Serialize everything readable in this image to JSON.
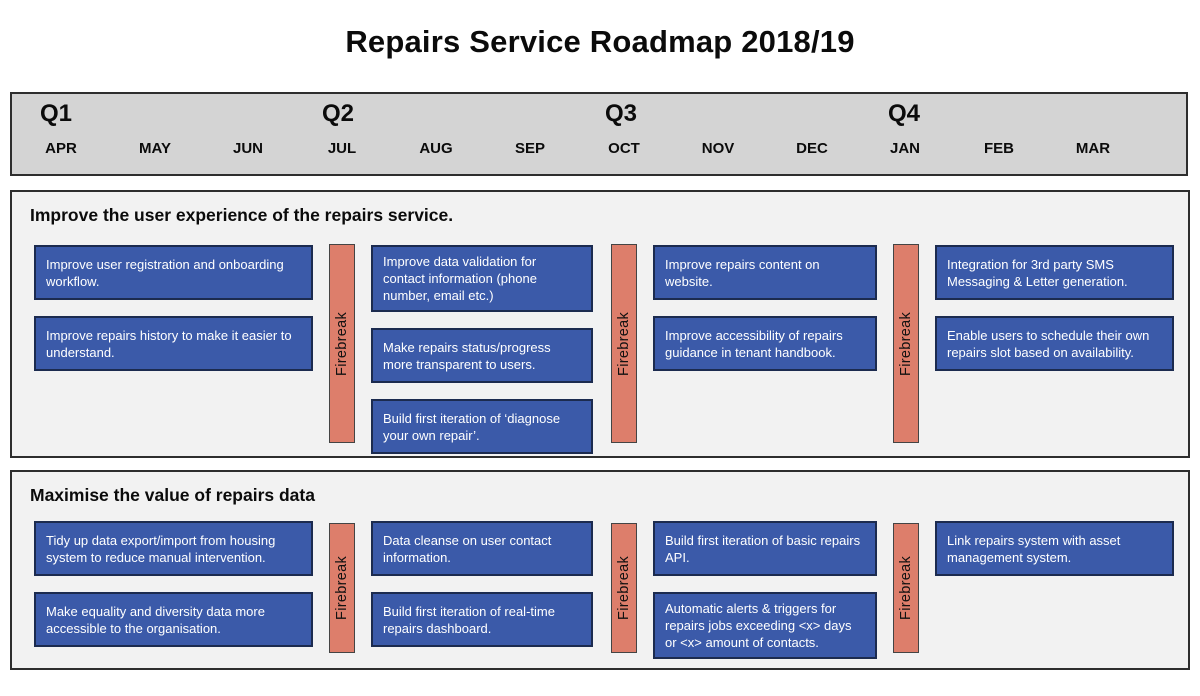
{
  "title": "Repairs Service Roadmap 2018/19",
  "timeline": {
    "quarters": [
      {
        "label": "Q1",
        "months": [
          "APR",
          "MAY",
          "JUN"
        ]
      },
      {
        "label": "Q2",
        "months": [
          "JUL",
          "AUG",
          "SEP"
        ]
      },
      {
        "label": "Q3",
        "months": [
          "OCT",
          "NOV",
          "DEC"
        ]
      },
      {
        "label": "Q4",
        "months": [
          "JAN",
          "FEB",
          "MAR"
        ]
      }
    ]
  },
  "firebreak_label": "Firebreak",
  "colors": {
    "card": "#3B5AA9",
    "firebreak": "#DD7E6B",
    "timeline_bg": "#D4D4D4",
    "lane_bg": "#F2F2F2"
  },
  "lanes": [
    {
      "heading": "Improve the user experience of the repairs service.",
      "quarters": [
        {
          "cards": [
            {
              "text": "Improve user registration and onboarding workflow."
            },
            {
              "text": "Improve repairs history to make it easier to understand."
            }
          ]
        },
        {
          "cards": [
            {
              "text": "Improve data validation for contact information (phone number, email etc.)"
            },
            {
              "text": "Make repairs status/progress more transparent to users."
            },
            {
              "text": "Build first iteration of ‘diagnose your own repair’."
            }
          ]
        },
        {
          "cards": [
            {
              "text": "Improve repairs content on website."
            },
            {
              "text": "Improve accessibility of repairs guidance in tenant handbook."
            }
          ]
        },
        {
          "cards": [
            {
              "text": "Integration for 3rd party SMS Messaging & Letter generation."
            },
            {
              "text": "Enable users to schedule their own repairs slot based on availability."
            }
          ]
        }
      ]
    },
    {
      "heading": "Maximise the value of repairs data",
      "quarters": [
        {
          "cards": [
            {
              "text": "Tidy up data export/import from housing system to reduce manual intervention."
            },
            {
              "text": "Make equality and diversity data more accessible to the organisation."
            }
          ]
        },
        {
          "cards": [
            {
              "text": "Data cleanse on user contact information."
            },
            {
              "text": "Build first iteration of real-time repairs dashboard."
            }
          ]
        },
        {
          "cards": [
            {
              "text": "Build first iteration of basic repairs API."
            },
            {
              "text": "Automatic alerts & triggers for repairs jobs exceeding <x> days or <x> amount of contacts."
            }
          ]
        },
        {
          "cards": [
            {
              "text": "Link repairs system with asset management system."
            }
          ]
        }
      ]
    }
  ]
}
